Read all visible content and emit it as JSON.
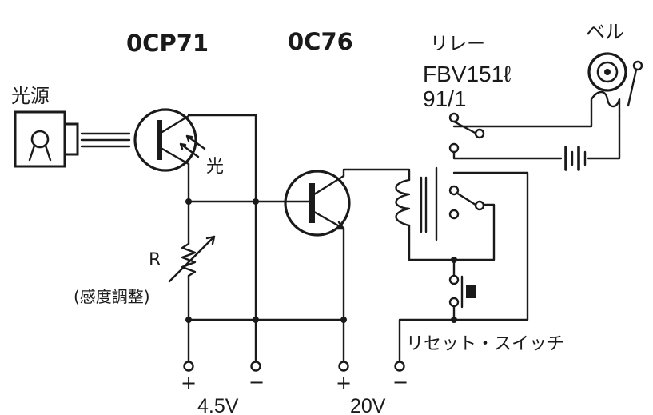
{
  "labels": {
    "ocp71": "0CP71",
    "oc76": "0C76",
    "relay": "リレー",
    "relay_model": "FBV151ℓ",
    "relay_code": "91/1",
    "bell": "ベル",
    "light_source": "光源",
    "light": "光",
    "r": "R",
    "sensitivity": "(感度調整)",
    "reset_switch": "リセット・スイッチ",
    "plus_1": "+",
    "minus_1": "−",
    "plus_2": "+",
    "minus_2": "−",
    "v_45": "4.5V",
    "v_20": "20V"
  }
}
